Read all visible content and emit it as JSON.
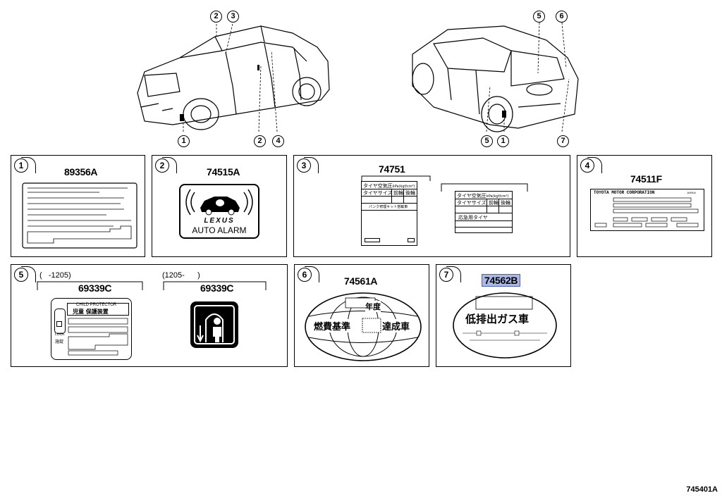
{
  "diagram_code": "745401A",
  "car_callouts_front": [
    "2",
    "3",
    "2",
    "4",
    "1"
  ],
  "car_callouts_rear": [
    "5",
    "6",
    "5",
    "1",
    "7"
  ],
  "panels": [
    {
      "num": "1",
      "part": "89356A"
    },
    {
      "num": "2",
      "part": "74515A",
      "brand": "LEXUS",
      "caption": "AUTO ALARM"
    },
    {
      "num": "3",
      "part": "74751",
      "label_a": {
        "title": "タイヤ空気圧",
        "unit": "kPa(kgf/cm²)",
        "size": "タイヤサイズ",
        "front": "前輪",
        "rear": "後輪",
        "note": "パンク修理キット搭載車"
      },
      "label_b": {
        "title": "タイヤ空気圧",
        "unit": "kPa(kgf/cm²)",
        "size": "タイヤサイズ",
        "front": "前輪",
        "rear": "後輪",
        "note": "応急用タイヤ"
      }
    },
    {
      "num": "4",
      "part": "74511F",
      "maker": "TOYOTA MOTOR CORPORATION",
      "country": "JAPAN"
    },
    {
      "num": "5",
      "range_a": "(   -1205)",
      "range_b": "(1205-      )",
      "part_a": "69339C",
      "part_b": "69339C",
      "child_title": "CHILD PROTECTOR",
      "child_jp": "児童 保護装置",
      "lock": "LOCK",
      "lock_jp": "施錠"
    },
    {
      "num": "6",
      "part": "74561A",
      "year": "年度",
      "left_text": "燃費基準",
      "right_text": "達成車"
    },
    {
      "num": "7",
      "part": "74562B",
      "main_text": "低排出ガス車"
    }
  ]
}
